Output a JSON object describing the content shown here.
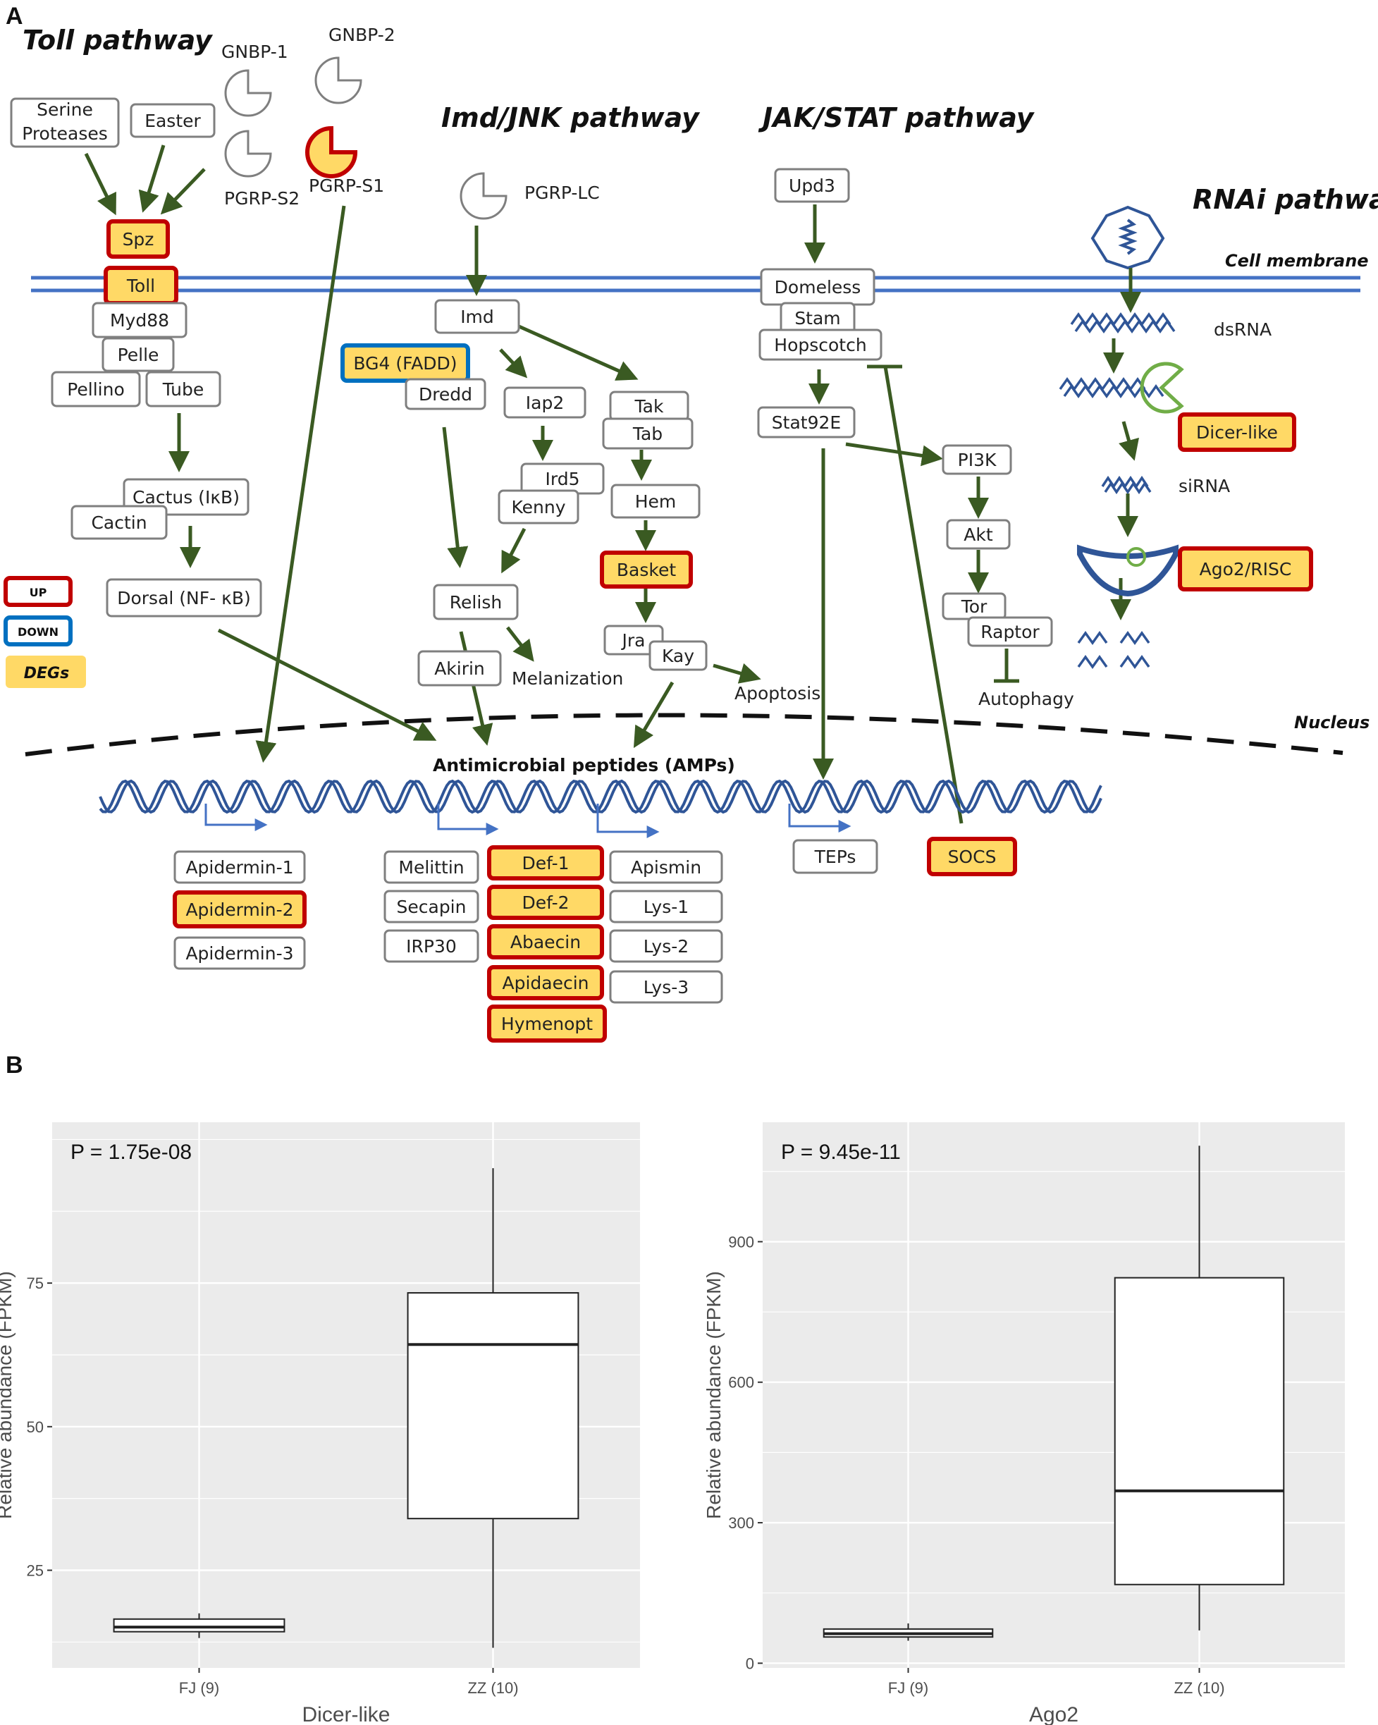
{
  "colors": {
    "arrow": "#3a5a22",
    "membrane": "#4472c4",
    "dna": "#2f5597",
    "up_border": "#c00000",
    "down_border": "#0070c0",
    "deg_fill": "#ffd966",
    "plot_bg": "#ebebeb",
    "dicer_green": "#70ad47"
  },
  "panelA": {
    "letter": "A",
    "titles": {
      "toll": "Toll pathway",
      "imd": "Imd/JNK pathway",
      "jak": "JAK/STAT pathway",
      "rnai": "RNAi pathway"
    },
    "labels": {
      "cell_membrane": "Cell membrane",
      "nucleus": "Nucleus",
      "amps": "Antimicrobial peptides (AMPs)",
      "gnbp1": "GNBP-1",
      "gnbp2": "GNBP-2",
      "pgrp_s2": "PGRP-S2",
      "pgrp_s1": "PGRP-S1",
      "pgrp_lc": "PGRP-LC",
      "dsrna": "dsRNA",
      "sirna": "siRNA",
      "melanization": "Melanization",
      "apoptosis": "Apoptosis",
      "autophagy": "Autophagy"
    },
    "legend": {
      "up": "UP",
      "down": "DOWN",
      "degs": "DEGs"
    },
    "nodes": {
      "serine1": "Serine",
      "serine2": "Proteases",
      "easter": "Easter",
      "spz": "Spz",
      "toll": "Toll",
      "myd88": "Myd88",
      "pelle": "Pelle",
      "pellino": "Pellino",
      "tube": "Tube",
      "cactus": "Cactus (IκB)",
      "cactin": "Cactin",
      "dorsal": "Dorsal (NF- κB)",
      "imd": "Imd",
      "bg4": "BG4 (FADD)",
      "dredd": "Dredd",
      "iap2": "Iap2",
      "tak": "Tak",
      "tab": "Tab",
      "ird5": "Ird5",
      "kenny": "Kenny",
      "hem": "Hem",
      "basket": "Basket",
      "relish": "Relish",
      "jra": "Jra",
      "kay": "Kay",
      "akirin": "Akirin",
      "upd3": "Upd3",
      "domeless": "Domeless",
      "stam": "Stam",
      "hopscotch": "Hopscotch",
      "stat92e": "Stat92E",
      "pi3k": "PI3K",
      "akt": "Akt",
      "tor": "Tor",
      "raptor": "Raptor",
      "dicer": "Dicer-like",
      "ago2": "Ago2/RISC",
      "apidermin1": "Apidermin-1",
      "apidermin2": "Apidermin-2",
      "apidermin3": "Apidermin-3",
      "melittin": "Melittin",
      "secapin": "Secapin",
      "irp30": "IRP30",
      "def1": "Def-1",
      "def2": "Def-2",
      "abaecin": "Abaecin",
      "apidaecin": "Apidaecin",
      "hymenopt": "Hymenopt",
      "apismin": "Apismin",
      "lys1": "Lys-1",
      "lys2": "Lys-2",
      "lys3": "Lys-3",
      "teps": "TEPs",
      "socs": "SOCS"
    }
  },
  "panelB": {
    "letter": "B",
    "chart_data": [
      {
        "type": "box",
        "title": "",
        "xlabel": "Dicer-like",
        "ylabel": "Relative abundance (FPKM)",
        "annotation": "P = 1.75e-08",
        "categories": [
          "FJ (9)",
          "ZZ (10)"
        ],
        "ylim": [
          8,
          103
        ],
        "yticks": [
          25,
          50,
          75
        ],
        "boxes": [
          {
            "min": 13.2,
            "q1": 14.3,
            "median": 15.1,
            "q3": 16.5,
            "max": 17.5
          },
          {
            "min": 11.5,
            "q1": 34,
            "median": 64.3,
            "q3": 73.3,
            "max": 95
          }
        ]
      },
      {
        "type": "box",
        "title": "",
        "xlabel": "Ago2",
        "ylabel": "Relative abundance (FPKM)",
        "annotation": "P = 9.45e-11",
        "categories": [
          "FJ (9)",
          "ZZ (10)"
        ],
        "ylim": [
          -10,
          1155
        ],
        "yticks": [
          0,
          300,
          600,
          900
        ],
        "boxes": [
          {
            "min": 48,
            "q1": 56,
            "median": 63,
            "q3": 73,
            "max": 85
          },
          {
            "min": 70,
            "q1": 168,
            "median": 368,
            "q3": 823,
            "max": 1105
          }
        ]
      }
    ]
  }
}
